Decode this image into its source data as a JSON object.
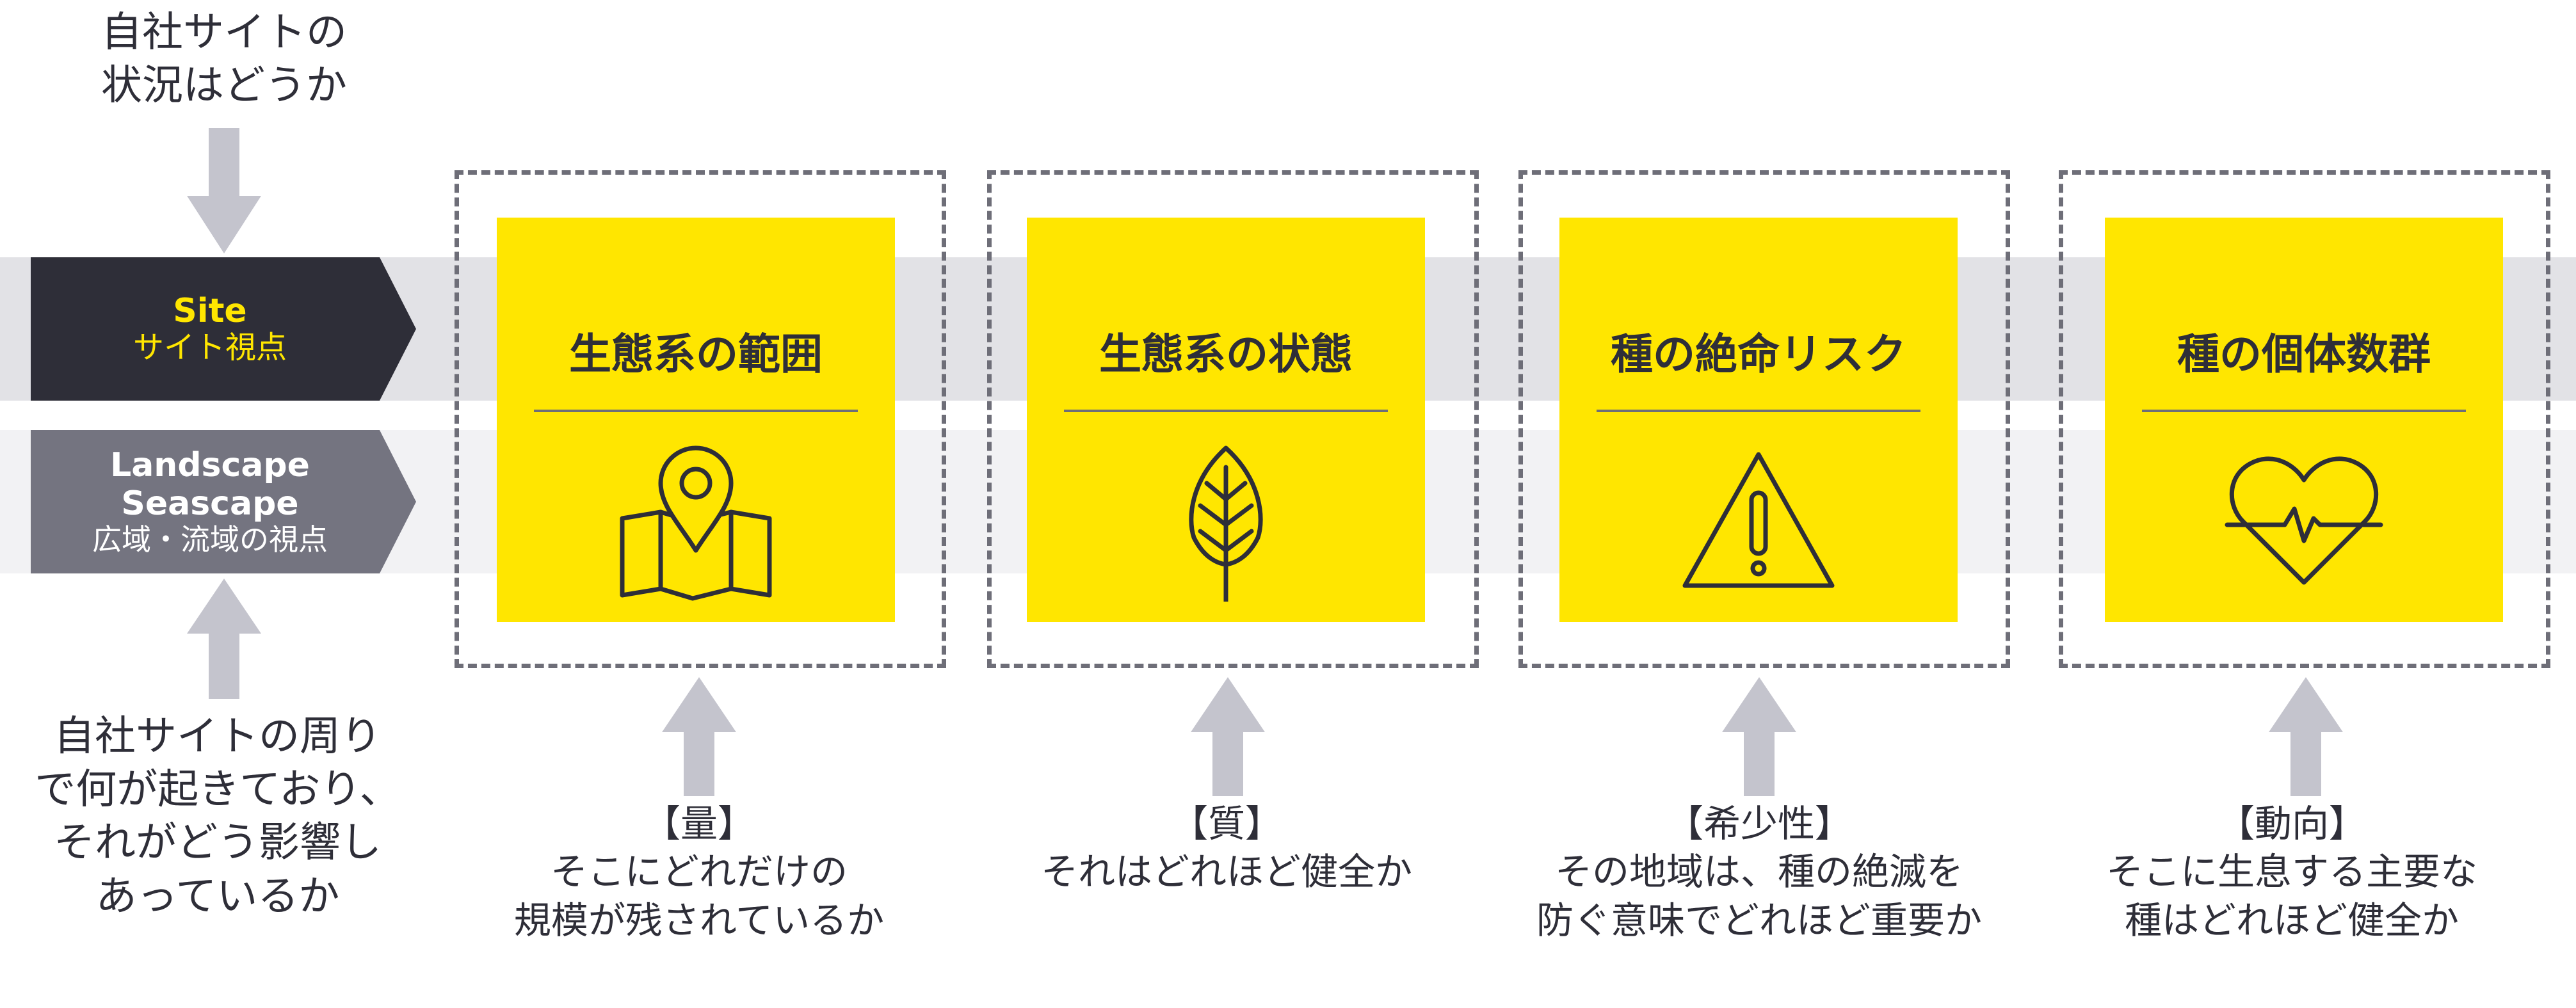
{
  "colors": {
    "dark": "#2e2e38",
    "accent": "#ffe600",
    "gray": "#747480",
    "arrow": "#c4c4cd",
    "band_site": "#e2e2e6",
    "band_land": "#f2f2f4"
  },
  "top_question": [
    "自社サイトの",
    "状況はどうか"
  ],
  "bottom_question": [
    "自社サイトの周り",
    "で何が起きており、",
    "それがどう影響し",
    "あっているか"
  ],
  "perspectives": [
    {
      "en": "Site",
      "ja": "サイト視点"
    },
    {
      "en": [
        "Landscape",
        "Seascape"
      ],
      "ja": "広域・流域の視点"
    }
  ],
  "cards": [
    {
      "title": "生態系の範囲",
      "icon": "map-pin-icon",
      "tag": "【量】",
      "desc": [
        "そこにどれだけの",
        "規模が残されているか"
      ]
    },
    {
      "title": "生態系の状態",
      "icon": "leaf-icon",
      "tag": "【質】",
      "desc": [
        "それはどれほど健全か"
      ]
    },
    {
      "title": "種の絶命リスク",
      "icon": "warning-icon",
      "tag": "【希少性】",
      "desc": [
        "その地域は、種の絶滅を",
        "防ぐ意味でどれほど重要か"
      ]
    },
    {
      "title": "種の個体数群",
      "icon": "heartbeat-icon",
      "tag": "【動向】",
      "desc": [
        "そこに生息する主要な",
        "種はどれほど健全か"
      ]
    }
  ]
}
